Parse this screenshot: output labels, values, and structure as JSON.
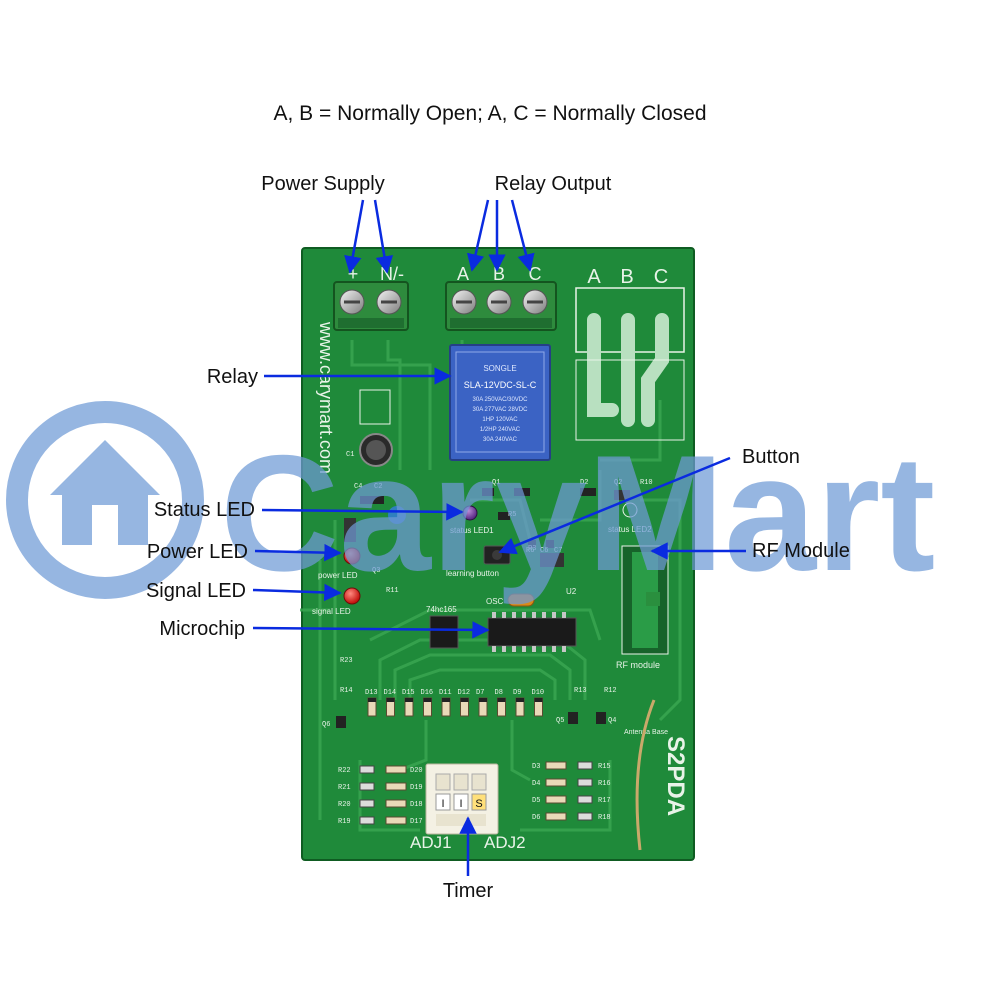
{
  "header": {
    "contact_note": "A, B = Normally Open; A, C = Normally Closed"
  },
  "watermark": {
    "brand": "CaryMart",
    "color": "#6f9ad6"
  },
  "callouts": {
    "power_supply": "Power Supply",
    "relay_output": "Relay Output",
    "relay": "Relay",
    "status_led": "Status LED",
    "power_led": "Power LED",
    "signal_led": "Signal LED",
    "microchip": "Microchip",
    "button": "Button",
    "rf_module": "RF Module",
    "timer": "Timer"
  },
  "board": {
    "model": "S2PDA",
    "website": "www.carymart.com",
    "terminal_power_labels": [
      "+",
      "N/-"
    ],
    "terminal_relay_labels": [
      "A",
      "B",
      "C"
    ],
    "pad_labels": [
      "A",
      "B",
      "C"
    ],
    "relay_brand": "SONGLE",
    "relay_part": "SLA-12VDC-SL-C",
    "relay_specs": [
      "30A 250VAC/30VDC",
      "30A 277VAC 28VDC",
      "1HP 120VAC",
      "1/2HP 240VAC",
      "30A 240VAC"
    ],
    "chip_label": "74hc165",
    "silk_status_led1": "status LED1",
    "silk_status_led2": "status LED2",
    "silk_learning_button": "learning button",
    "silk_power_led": "power LED",
    "silk_signal_led": "signal LED",
    "silk_rf_module": "RF module",
    "silk_antenna_base": "Antenna Base",
    "silk_osc": "OSC",
    "silk_u2": "U2",
    "timer_labels": [
      "ADJ1",
      "ADJ2"
    ],
    "timer_dips": [
      "I",
      "I",
      "S"
    ],
    "diode_row": [
      "D13",
      "D14",
      "D15",
      "D16",
      "D11",
      "D12",
      "D7",
      "D8",
      "D9",
      "D10"
    ],
    "left_resistors": [
      "R22",
      "R21",
      "R20",
      "R19"
    ],
    "left_diodes": [
      "D20",
      "D19",
      "D18",
      "D17"
    ],
    "right_resistors": [
      "R15",
      "R16",
      "R17",
      "R18"
    ],
    "right_diodes": [
      "D3",
      "D4",
      "D5",
      "D6"
    ],
    "misc_parts": [
      "R14",
      "Q6",
      "R13",
      "Q5",
      "Q4",
      "R12",
      "R23",
      "R3",
      "C4",
      "C2",
      "C1",
      "R5",
      "D2",
      "Q2",
      "R10",
      "Q1",
      "R6",
      "C6",
      "C7",
      "Q3",
      "R11"
    ]
  },
  "colors": {
    "pcb_green": "#1f8a3a",
    "pcb_dark": "#16702c",
    "trace": "#39a651",
    "arrow_blue": "#0a2be0",
    "relay_blue": "#3b63c4",
    "led_red": "#e0201a"
  }
}
